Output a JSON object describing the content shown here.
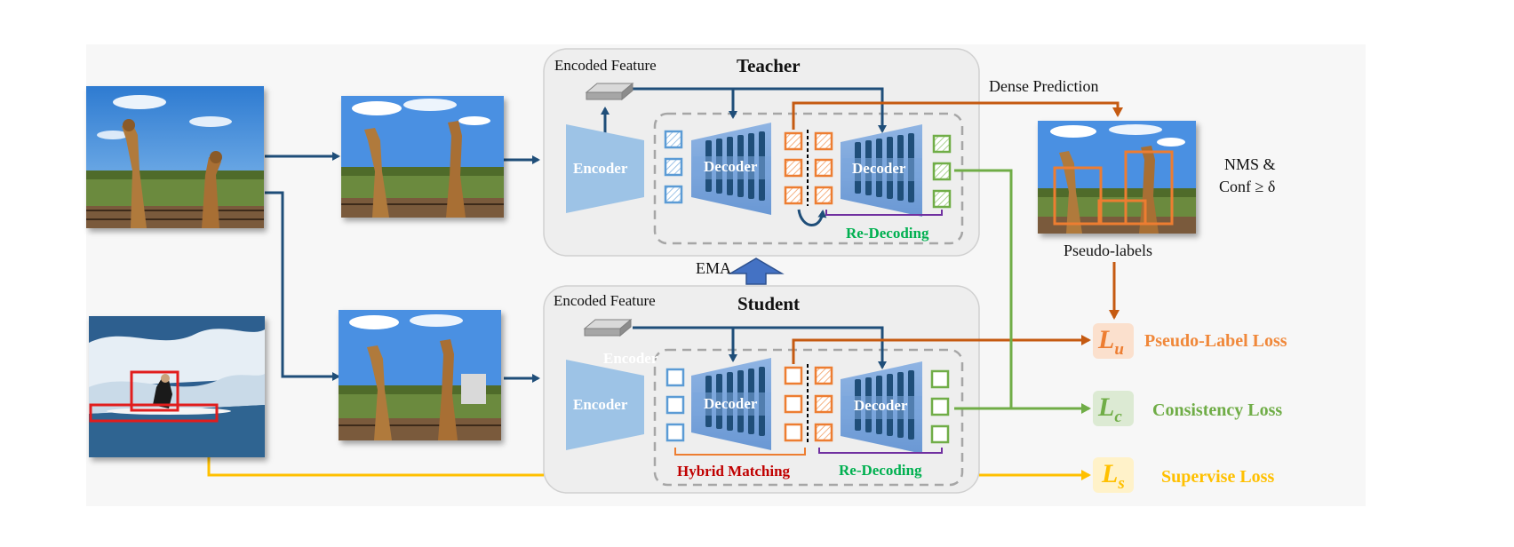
{
  "teacher": {
    "title": "Teacher",
    "encoded_feature": "Encoded Feature",
    "encoder": "Encoder",
    "decoder_1": "Decoder",
    "decoder_2": "Decoder",
    "re_decoding": "Re-Decoding"
  },
  "student": {
    "title": "Student",
    "encoded_feature": "Encoded Feature",
    "encoded_feature_overlap": "Encoder",
    "encoder": "Encoder",
    "decoder_1": "Decoder",
    "decoder_2": "Decoder",
    "hybrid_matching": "Hybrid Matching",
    "re_decoding": "Re-Decoding"
  },
  "ema": "EMA",
  "dense_prediction": "Dense Prediction",
  "pseudo_labels": "Pseudo-labels",
  "nms": {
    "line1": "NMS &",
    "line2": "Conf ≥ δ"
  },
  "losses": {
    "pseudo": {
      "symbol": "L",
      "sub": "u",
      "label": "Pseudo-Label Loss"
    },
    "consistency": {
      "symbol": "L",
      "sub": "c",
      "label": "Consistency Loss"
    },
    "supervise": {
      "symbol": "L",
      "sub": "s",
      "label": "Supervise Loss"
    }
  },
  "colors": {
    "navy_arrow": "#1f4e79",
    "orange": "#e07a25",
    "orange_loss": "#f0883a",
    "green": "#70ad47",
    "yellow": "#ffc000",
    "red_box": "#e11d1d",
    "encoder_fill": "#9dc3e6",
    "decoder_fill": "#6f9fd8",
    "hybrid_text": "#c00000",
    "redecoding_text": "#00b050"
  }
}
